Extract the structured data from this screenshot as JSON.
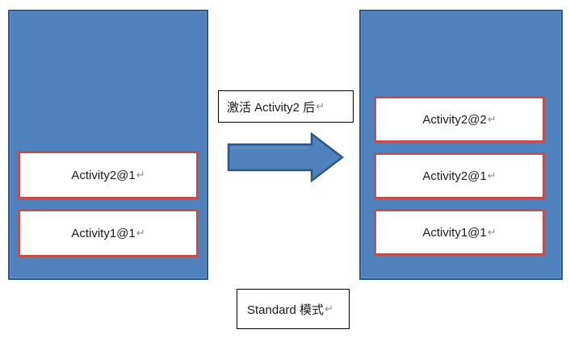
{
  "diagram": {
    "left_stack": {
      "items": [
        {
          "text": "Activity2@1",
          "mark": "↵"
        },
        {
          "text": "Activity1@1",
          "mark": "↵"
        }
      ]
    },
    "right_stack": {
      "items": [
        {
          "text": "Activity2@2",
          "mark": "↵"
        },
        {
          "text": "Activity2@1",
          "mark": "↵"
        },
        {
          "text": "Activity1@1",
          "mark": "↵"
        }
      ]
    },
    "transition_label": {
      "text": "激活 Activity2 后",
      "mark": "↵"
    },
    "caption": {
      "text": "Standard 模式",
      "mark": "↵"
    },
    "colors": {
      "stack_fill": "#4f81bd",
      "stack_border": "#2c5884",
      "card_fill": "#ffffff",
      "card_border": "#c0504d",
      "label_border": "#000000",
      "text": "#1a1a1a",
      "return_mark": "#8a8a8a",
      "arrow_fill": "#4f81bd",
      "arrow_border": "#2c5884"
    }
  }
}
